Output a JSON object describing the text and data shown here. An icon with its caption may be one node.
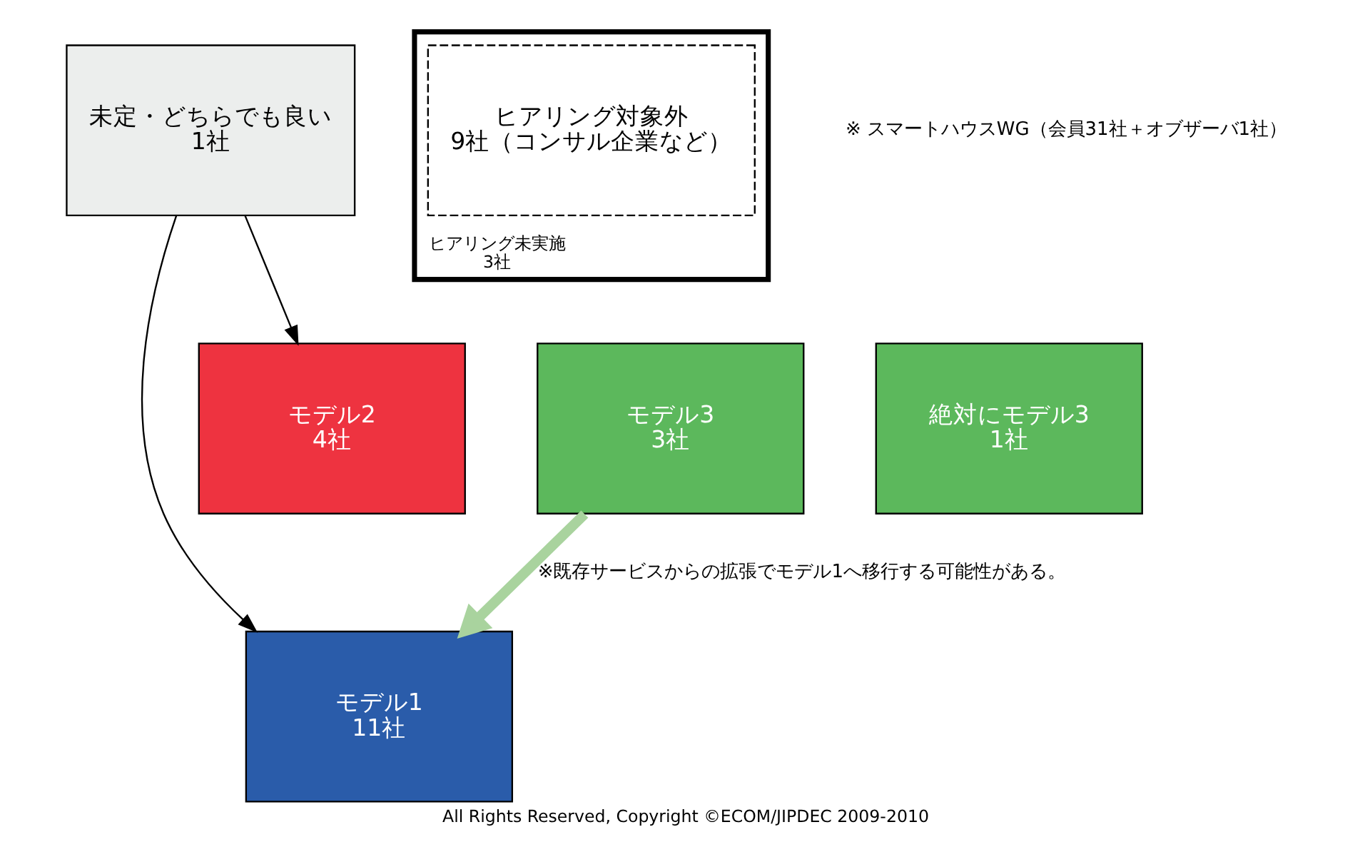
{
  "diagram": {
    "caption": "All Rights Reserved, Copyright ©ECOM/JIPDEC 2009-2010",
    "nodes": [
      {
        "text": [
          "モデル1",
          "11社"
        ]
      },
      {
        "text": [
          "ヒアリング未実施",
          "3社"
        ]
      },
      {
        "text": [
          "ヒアリング対象外",
          "9社（コンサル企業など）"
        ],
        "in": 1
      },
      {
        "text": [
          "未定・どちらでも良い",
          "1社"
        ]
      },
      {
        "text": [
          "モデル2",
          "4社"
        ]
      },
      {
        "text": [
          "モデル3",
          "3社"
        ]
      },
      {
        "text": [
          "絶対にモデル3",
          "1社"
        ]
      }
    ],
    "edges": [
      {
        "from": 3,
        "to": 0,
        "arrow": "to"
      },
      {
        "from": 3,
        "to": 4,
        "arrow": "to"
      },
      {
        "from": 5,
        "to": 0,
        "arrow": "to",
        "label": "※既存サービスからの拡張でモデル1へ移行する可能性がある。",
        "style": "thick",
        "color": "#a9d39e"
      }
    ],
    "labels": [
      "※ スマートハウスWG（会員31社＋オブザーバ1社）"
    ]
  }
}
